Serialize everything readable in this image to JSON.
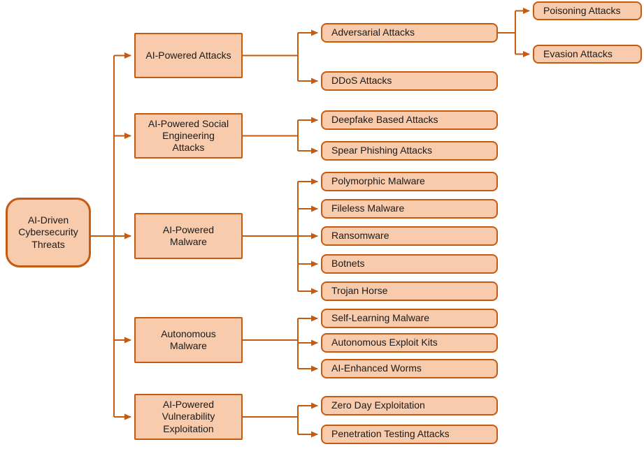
{
  "colors": {
    "node_fill": "#F8CBAD",
    "node_border": "#C55A11",
    "connector": "#C55A11",
    "text": "#1A1A1A",
    "background": "#FFFFFF"
  },
  "tree": {
    "root": {
      "label": "AI-Driven\nCybersecurity\nThreats"
    },
    "branches": [
      {
        "label": "AI-Powered Attacks",
        "children": [
          {
            "label": "Adversarial Attacks",
            "children": [
              {
                "label": "Poisoning Attacks"
              },
              {
                "label": "Evasion Attacks"
              }
            ]
          },
          {
            "label": "DDoS Attacks"
          }
        ]
      },
      {
        "label": "AI-Powered Social\nEngineering\nAttacks",
        "children": [
          {
            "label": "Deepfake Based Attacks"
          },
          {
            "label": "Spear Phishing Attacks"
          }
        ]
      },
      {
        "label": "AI-Powered\nMalware",
        "children": [
          {
            "label": "Polymorphic Malware"
          },
          {
            "label": "Fileless Malware"
          },
          {
            "label": "Ransomware"
          },
          {
            "label": "Botnets"
          },
          {
            "label": "Trojan Horse"
          }
        ]
      },
      {
        "label": "Autonomous\nMalware",
        "children": [
          {
            "label": "Self-Learning Malware"
          },
          {
            "label": "Autonomous Exploit Kits"
          },
          {
            "label": "AI-Enhanced Worms"
          }
        ]
      },
      {
        "label": "AI-Powered\nVulnerability\nExploitation",
        "children": [
          {
            "label": "Zero Day Exploitation"
          },
          {
            "label": "Penetration Testing Attacks"
          }
        ]
      }
    ]
  }
}
